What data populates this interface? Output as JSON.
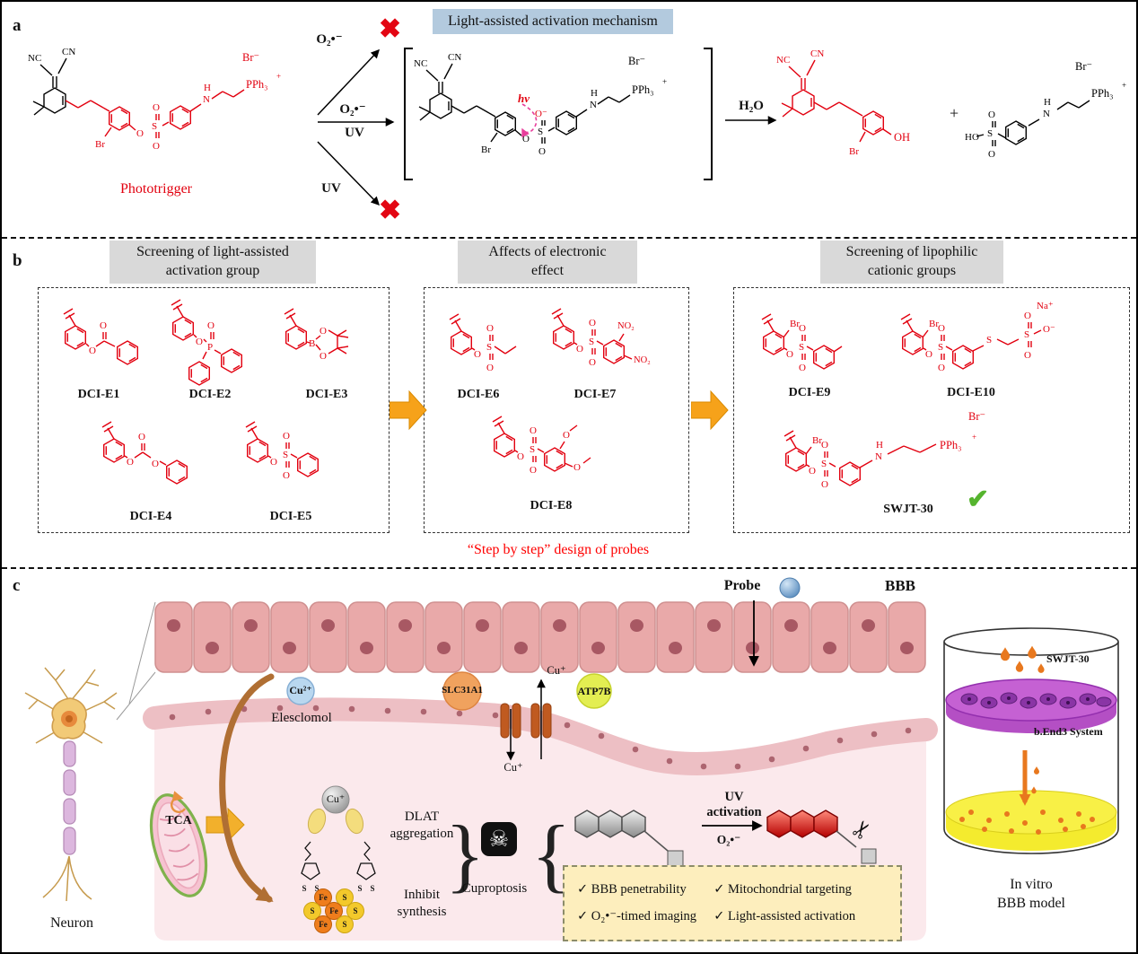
{
  "colors": {
    "chem_red": "#e2000f",
    "title_box_blue": "#b3cade",
    "header_gray": "#d9d9d9",
    "arrow_orange": "#f6a21a",
    "check_green": "#55b42e",
    "caption_red": "#ff0000",
    "checklist_bg": "#fdeebd",
    "cell_pink": "#e9a9a9",
    "region_pink": "#fbe9ec",
    "purple_layer": "#c561d3",
    "yellow_liquid": "#f4eb2e",
    "droplet_orange": "#e8781e"
  },
  "chem": {
    "nc": "NC",
    "cn": "CN",
    "o": "O",
    "s": "S",
    "n": "N",
    "h": "H",
    "p": "P",
    "b": "B",
    "br": "Br",
    "br_anion": "Br⁻",
    "oh": "OH",
    "ho": "HO",
    "o_minus": "O⁻",
    "pph3": "PPh₃",
    "plus_charge": "+",
    "na": "Na⁺",
    "no2": "NO₂",
    "hv": "hν"
  },
  "panel_a": {
    "label": "a",
    "title": "Light-assisted activation mechanism",
    "phototrigger_caption": "Phototrigger",
    "superoxide": "O₂•⁻",
    "uv": "UV",
    "water": "H₂O",
    "plus": "+",
    "cross": "✖"
  },
  "panel_b": {
    "label": "b",
    "groups": [
      {
        "title_line1": "Screening of light-assisted",
        "title_line2": "activation group",
        "compounds": [
          "DCI-E1",
          "DCI-E2",
          "DCI-E3",
          "DCI-E4",
          "DCI-E5"
        ]
      },
      {
        "title_line1": "Affects of electronic",
        "title_line2": "effect",
        "compounds": [
          "DCI-E6",
          "DCI-E7",
          "DCI-E8"
        ]
      },
      {
        "title_line1": "Screening of lipophilic",
        "title_line2": "cationic groups",
        "compounds": [
          "DCI-E9",
          "DCI-E10",
          "SWJT-30"
        ]
      }
    ],
    "check": "✔",
    "caption": "“Step by step” design of probes"
  },
  "panel_c": {
    "label": "c",
    "probe": "Probe",
    "bbb": "BBB",
    "neuron": "Neuron",
    "cu2": "Cu²⁺",
    "cu1_top": "Cu⁺",
    "cu1_bottom": "Cu⁺",
    "cu1_sphere": "Cu⁺",
    "elesclomol": "Elesclomol",
    "slc31a1": "SLC31A1",
    "atp7b": "ATP7B",
    "tca": "TCA",
    "dlat_line1": "DLAT",
    "dlat_line2": "aggregation",
    "inhibit_line1": "Inhibit",
    "inhibit_line2": "synthesis",
    "fe": "Fe",
    "s": "S",
    "brace_close": "}",
    "brace_open": "{",
    "skull": "☠",
    "cuproptosis": "Cuproptosis",
    "uv_line1": "UV",
    "uv_line2": "activation",
    "o2": "O₂•⁻",
    "scissors": "✂",
    "checklist": [
      "✓ BBB penetrability",
      "✓ Mitochondrial targeting",
      "✓ O₂•⁻-timed imaging",
      "✓ Light-assisted activation"
    ],
    "model": {
      "swjt": "SWJT-30",
      "bend3": "b.End3 System",
      "caption_line1": "In vitro",
      "caption_line2": "BBB model"
    }
  }
}
